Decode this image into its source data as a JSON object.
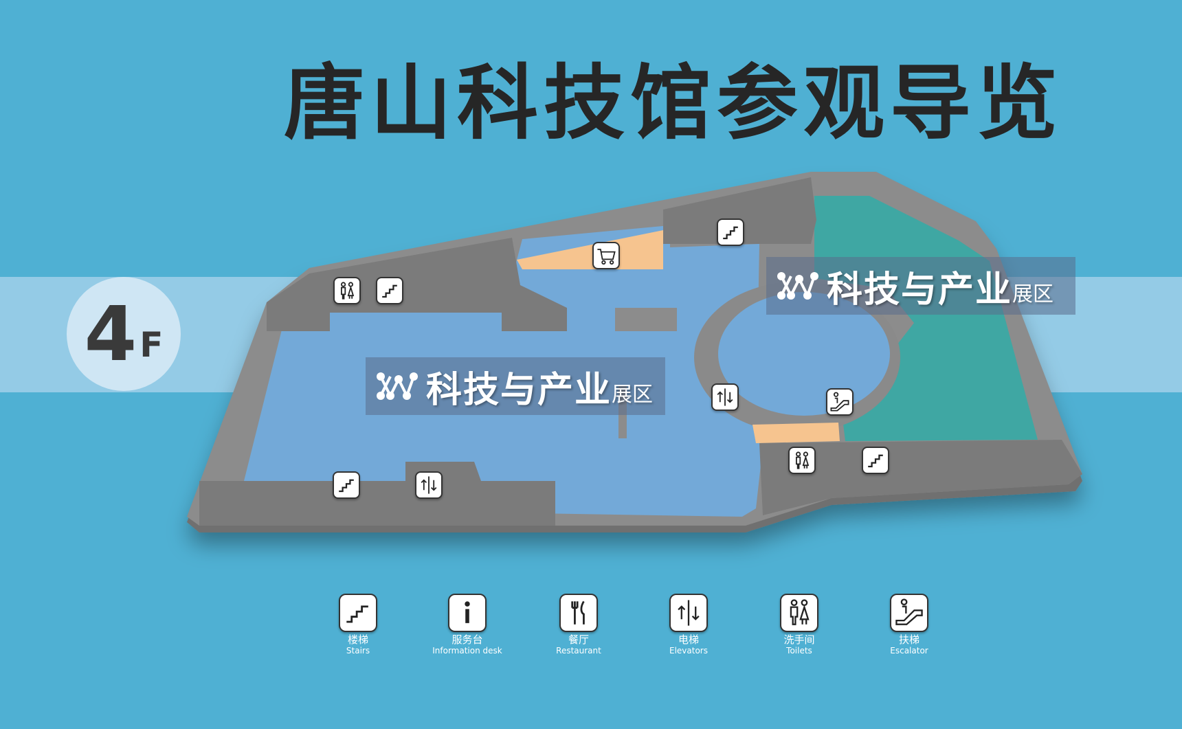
{
  "title": "唐山科技馆参观导览",
  "floor": {
    "number": "4",
    "suffix": "F"
  },
  "zones": [
    {
      "main": "科技与产业",
      "sub": "展区"
    },
    {
      "main": "科技与产业",
      "sub": "展区"
    }
  ],
  "map_icons": [
    "toilets-icon",
    "stairs-icon",
    "shop-cart-icon",
    "stairs-icon",
    "elevator-icon",
    "escalator-icon",
    "toilets-icon",
    "stairs-icon",
    "stairs-icon",
    "elevator-icon"
  ],
  "legend": [
    {
      "icon": "stairs-icon",
      "cn": "楼梯",
      "en": "Stairs"
    },
    {
      "icon": "info-icon",
      "cn": "服务台",
      "en": "Information desk"
    },
    {
      "icon": "restaurant-icon",
      "cn": "餐厅",
      "en": "Restaurant"
    },
    {
      "icon": "elevator-icon",
      "cn": "电梯",
      "en": "Elevators"
    },
    {
      "icon": "toilets-icon",
      "cn": "洗手间",
      "en": "Toilets"
    },
    {
      "icon": "escalator-icon",
      "cn": "扶梯",
      "en": "Escalator"
    }
  ],
  "colors": {
    "background": "#4fb0d3",
    "band": "#94cbe6",
    "wall": "#7a7a7a",
    "floor_blue": "#73a9d8",
    "floor_teal": "#3fa7a3",
    "highlight": "#f6c48f"
  }
}
